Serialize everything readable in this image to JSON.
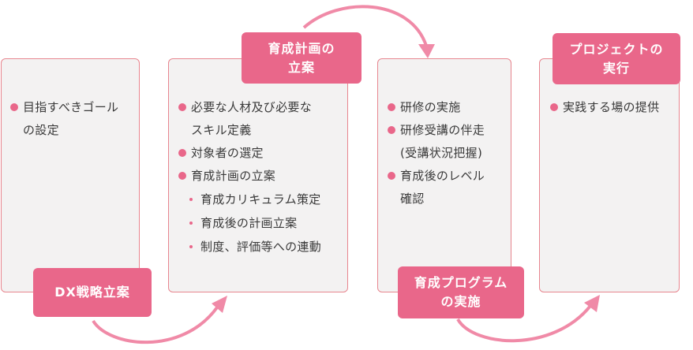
{
  "colors": {
    "accent": "#e9678a",
    "arrow": "#f08aa7",
    "card_bg": "#f3f2f2",
    "card_border": "#e8868f",
    "text": "#3a3a3a",
    "label_text": "#ffffff"
  },
  "steps": [
    {
      "label": "DX戦略立案",
      "items": [
        {
          "text": "目指すべきゴール\nの設定"
        }
      ]
    },
    {
      "label": "育成計画の\n立案",
      "items": [
        {
          "text": "必要な人材及び必要な\nスキル定義"
        },
        {
          "text": "対象者の選定"
        },
        {
          "text": "育成計画の立案"
        }
      ],
      "subitems": [
        "育成カリキュラム策定",
        "育成後の計画立案",
        "制度、評価等への連動"
      ]
    },
    {
      "label": "育成プログラム\nの実施",
      "items": [
        {
          "text": "研修の実施"
        },
        {
          "text": "研修受講の伴走\n(受講状況把握)"
        },
        {
          "text": "育成後のレベル\n確認"
        }
      ]
    },
    {
      "label": "プロジェクトの\n実行",
      "items": [
        {
          "text": "実践する場の提供"
        }
      ]
    }
  ]
}
